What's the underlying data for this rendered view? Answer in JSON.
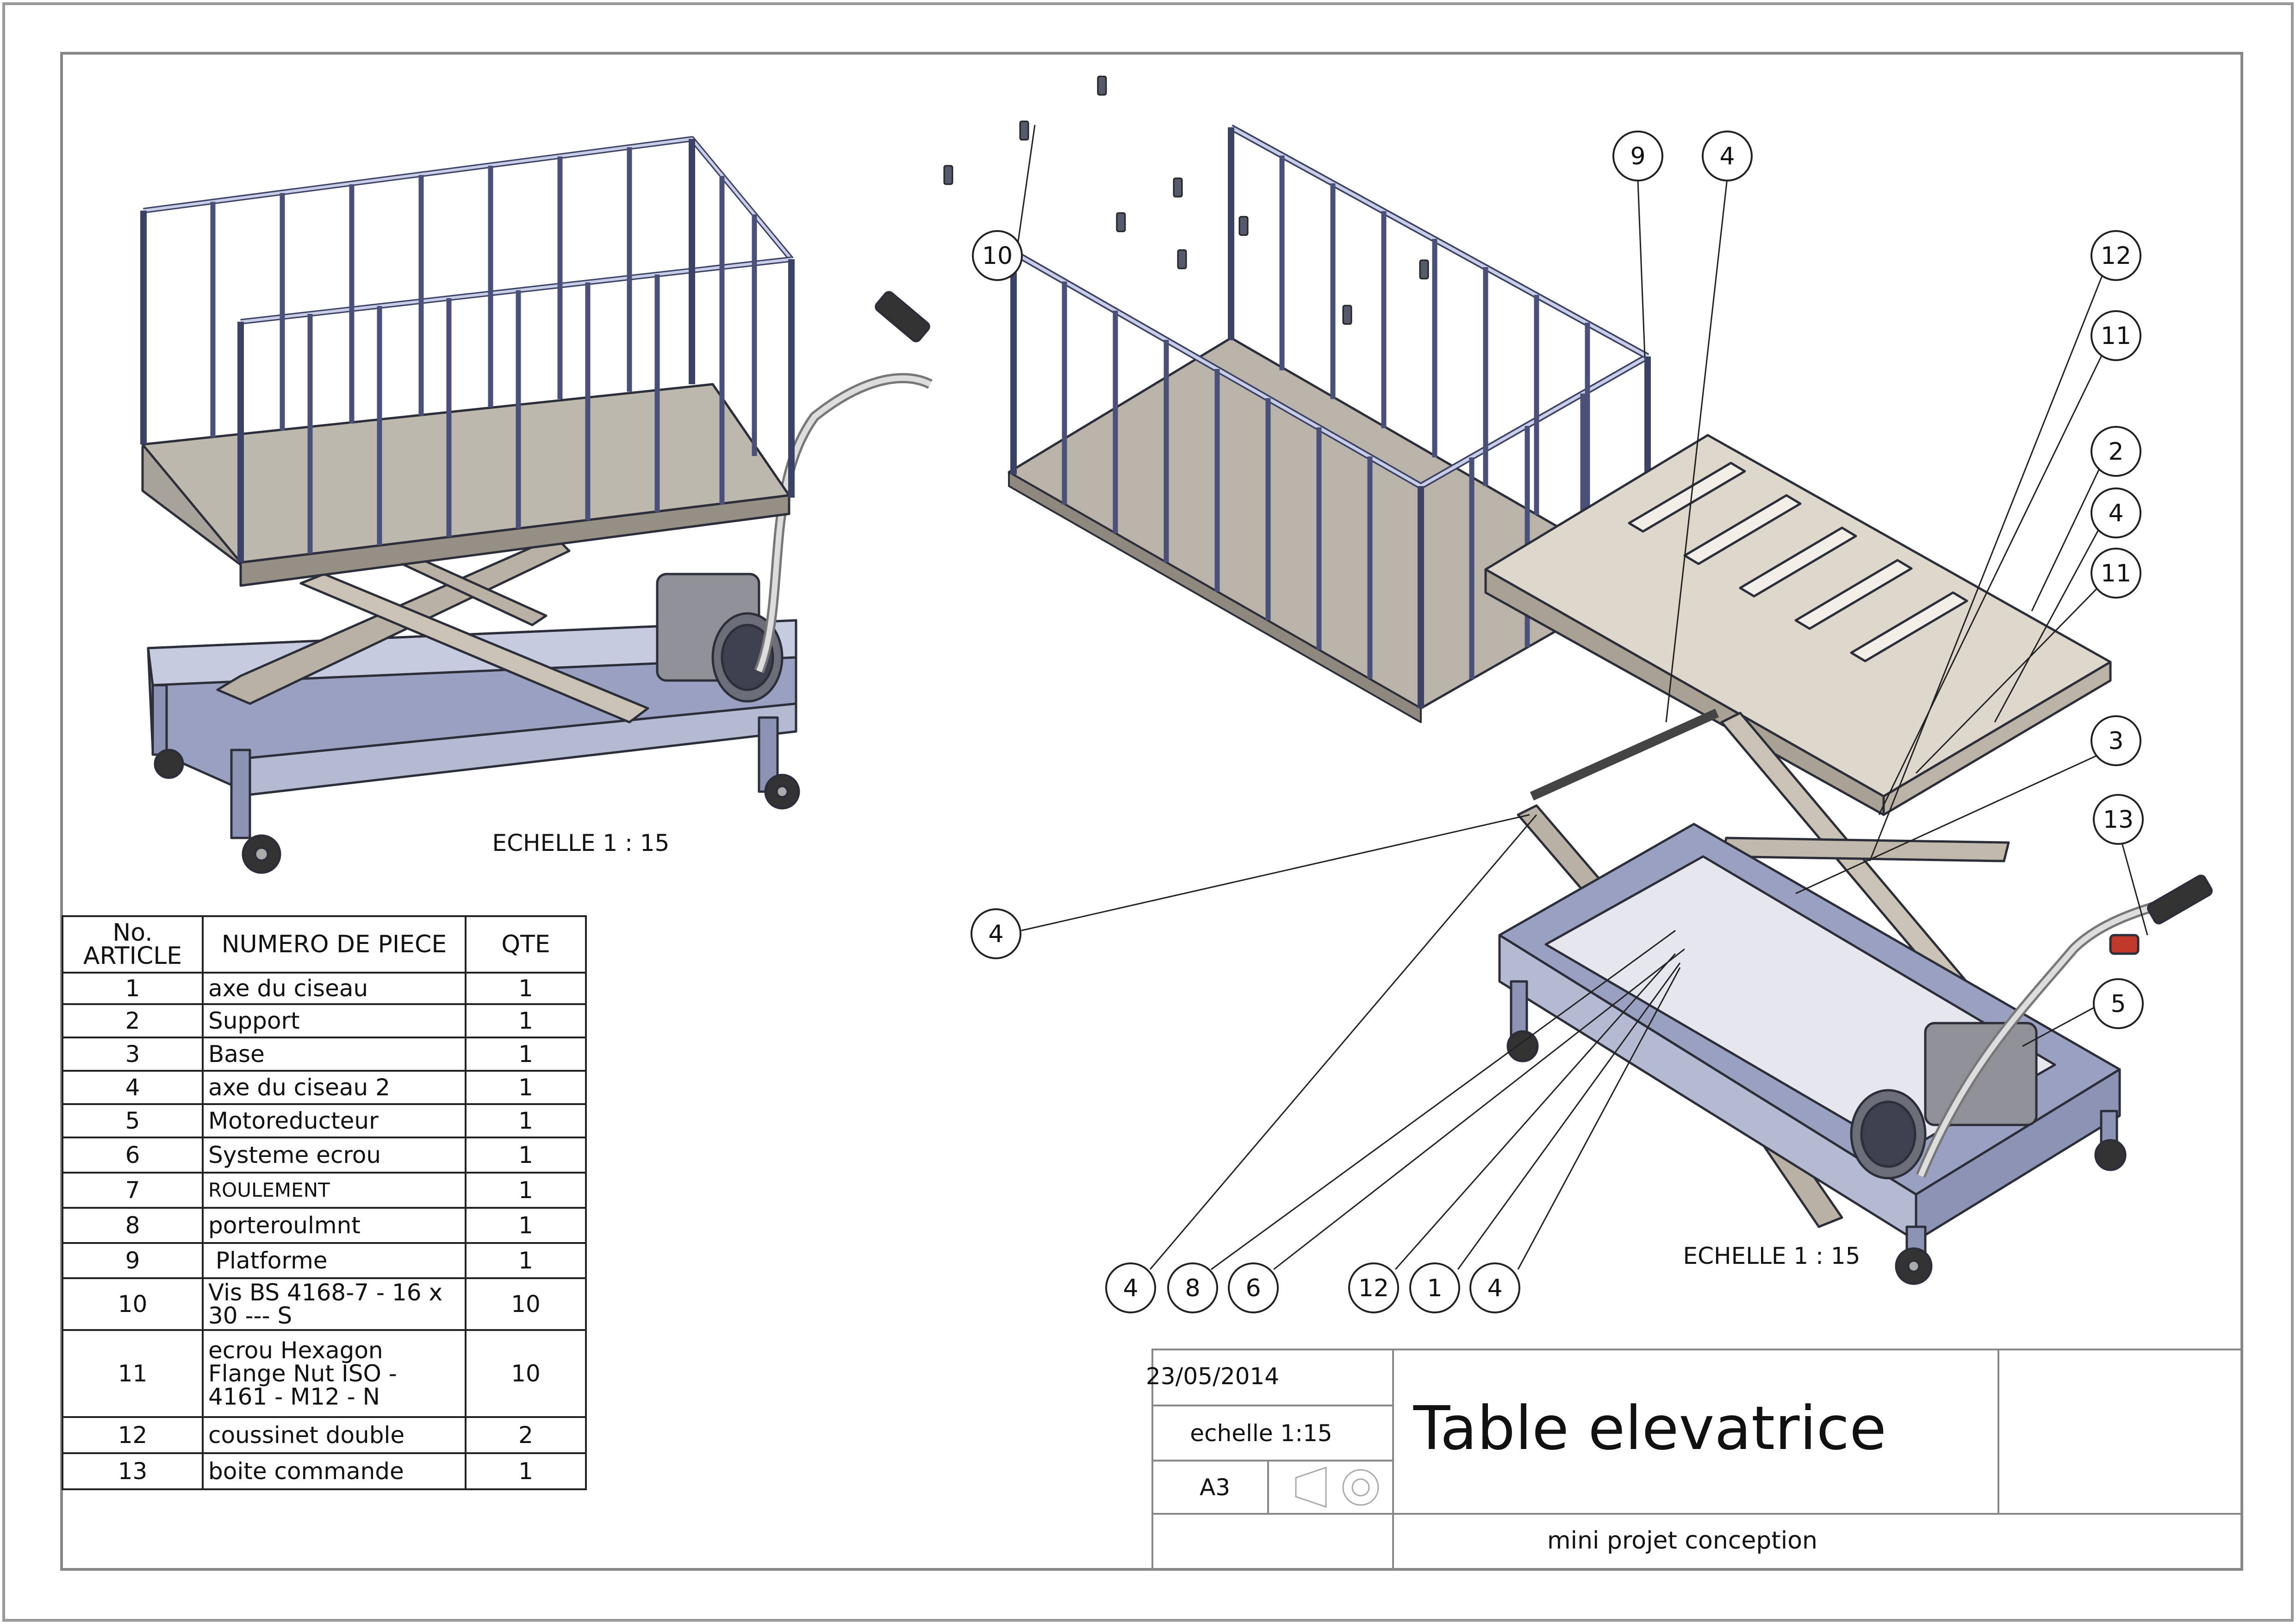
{
  "views": {
    "assembled_scale": "ECHELLE 1 : 15",
    "exploded_scale": "ECHELLE 1 : 15"
  },
  "balloons": [
    "9",
    "4",
    "10",
    "12",
    "11",
    "2",
    "4",
    "11",
    "3",
    "13",
    "4",
    "5",
    "4",
    "8",
    "6",
    "12",
    "1",
    "4"
  ],
  "bom": {
    "headers": [
      "No. ARTICLE",
      "NUMERO DE PIECE",
      "QTE"
    ],
    "rows": [
      {
        "no": "1",
        "name": "axe du ciseau",
        "qty": "1"
      },
      {
        "no": "2",
        "name": "Support",
        "qty": "1"
      },
      {
        "no": "3",
        "name": "Base",
        "qty": "1"
      },
      {
        "no": "4",
        "name": "axe du ciseau 2",
        "qty": "1"
      },
      {
        "no": "5",
        "name": "Motoreducteur",
        "qty": "1"
      },
      {
        "no": "6",
        "name": "Systeme ecrou",
        "qty": "1"
      },
      {
        "no": "7",
        "name": "ROULEMENT",
        "qty": "1"
      },
      {
        "no": "8",
        "name": "porteroulmnt",
        "qty": "1"
      },
      {
        "no": "9",
        "name": " Platforme",
        "qty": "1"
      },
      {
        "no": "10",
        "name": "Vis BS 4168-7 - 16 x 30 --- S",
        "qty": "10"
      },
      {
        "no": "11",
        "name": "ecrou Hexagon Flange Nut ISO - 4161 - M12 - N",
        "qty": "10"
      },
      {
        "no": "12",
        "name": "coussinet double",
        "qty": "2"
      },
      {
        "no": "13",
        "name": "boite commande",
        "qty": "1"
      }
    ]
  },
  "title_block": {
    "date": "23/05/2014",
    "scale": "echelle 1:15",
    "format": "A3",
    "title": "Table elevatrice",
    "subtitle": "mini projet conception"
  }
}
